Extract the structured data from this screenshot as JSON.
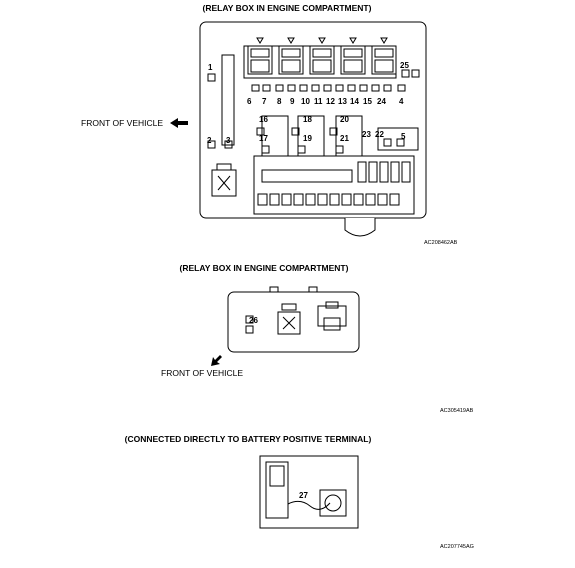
{
  "diagrams": [
    {
      "caption": "(RELAY BOX IN ENGINE COMPARTMENT)",
      "direction_label": "FRONT OF VEHICLE",
      "code": "AC208462AB",
      "callouts": [
        "1",
        "2",
        "3",
        "4",
        "5",
        "6",
        "7",
        "8",
        "9",
        "10",
        "11",
        "12",
        "13",
        "14",
        "15",
        "16",
        "17",
        "18",
        "19",
        "20",
        "21",
        "22",
        "23",
        "24",
        "25"
      ]
    },
    {
      "caption": "(RELAY BOX IN ENGINE COMPARTMENT)",
      "direction_label": "FRONT OF VEHICLE",
      "code": "AC305419AB",
      "callouts": [
        "26"
      ]
    },
    {
      "caption": "(CONNECTED DIRECTLY TO BATTERY POSITIVE TERMINAL)",
      "code": "AC207745AG",
      "callouts": [
        "27"
      ]
    }
  ]
}
